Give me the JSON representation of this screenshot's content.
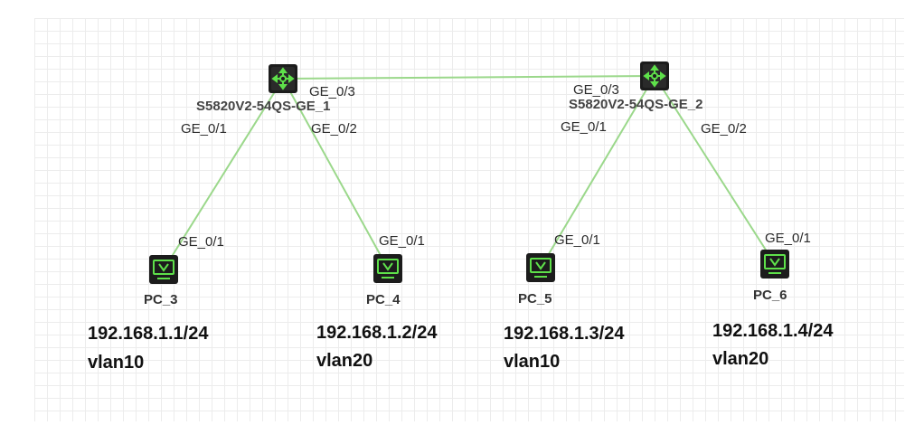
{
  "switches": [
    {
      "id": "sw1",
      "label": "S5820V2-54QS-GE_1",
      "icon": "switch-icon"
    },
    {
      "id": "sw2",
      "label": "S5820V2-54QS-GE_2",
      "icon": "switch-icon"
    }
  ],
  "pcs": [
    {
      "id": "pc3",
      "label": "PC_3",
      "ip": "192.168.1.1/24",
      "vlan": "vlan10",
      "icon": "pc-monitor-icon"
    },
    {
      "id": "pc4",
      "label": "PC_4",
      "ip": "192.168.1.2/24",
      "vlan": "vlan20",
      "icon": "pc-monitor-icon"
    },
    {
      "id": "pc5",
      "label": "PC_5",
      "ip": "192.168.1.3/24",
      "vlan": "vlan10",
      "icon": "pc-monitor-icon"
    },
    {
      "id": "pc6",
      "label": "PC_6",
      "ip": "192.168.1.4/24",
      "vlan": "vlan20",
      "icon": "pc-monitor-icon"
    }
  ],
  "links": [
    {
      "from": "sw1",
      "to": "sw2",
      "from_port": "GE_0/3",
      "to_port": "GE_0/3"
    },
    {
      "from": "sw1",
      "to": "pc3",
      "from_port": "GE_0/1",
      "to_port": "GE_0/1"
    },
    {
      "from": "sw1",
      "to": "pc4",
      "from_port": "GE_0/2",
      "to_port": "GE_0/1"
    },
    {
      "from": "sw2",
      "to": "pc5",
      "from_port": "GE_0/1",
      "to_port": "GE_0/1"
    },
    {
      "from": "sw2",
      "to": "pc6",
      "from_port": "GE_0/2",
      "to_port": "GE_0/1"
    }
  ],
  "colors": {
    "link": "#9bd88b",
    "icon_bg": "#1c1c1c",
    "icon_accent": "#5ee04a"
  }
}
